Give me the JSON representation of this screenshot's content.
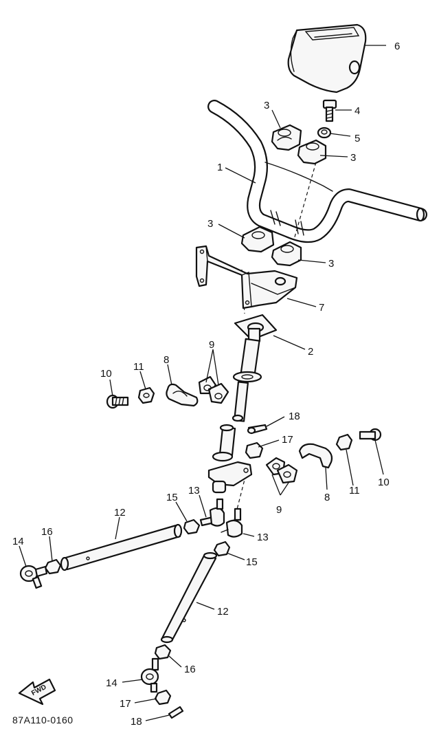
{
  "diagram": {
    "code": "87A110-0160",
    "direction_label": "FWD",
    "callouts": {
      "c1": "1",
      "c2": "2",
      "c3a": "3",
      "c3b": "3",
      "c3c": "3",
      "c3d": "3",
      "c4": "4",
      "c5": "5",
      "c6": "6",
      "c7": "7",
      "c8a": "8",
      "c8b": "8",
      "c9a": "9",
      "c9b": "9",
      "c10a": "10",
      "c10b": "10",
      "c11a": "11",
      "c11b": "11",
      "c12a": "12",
      "c12b": "12",
      "c13a": "13",
      "c13b": "13",
      "c14a": "14",
      "c14b": "14",
      "c15a": "15",
      "c15b": "15",
      "c16a": "16",
      "c16b": "16",
      "c17a": "17",
      "c17b": "17",
      "c18a": "18",
      "c18b": "18"
    }
  }
}
